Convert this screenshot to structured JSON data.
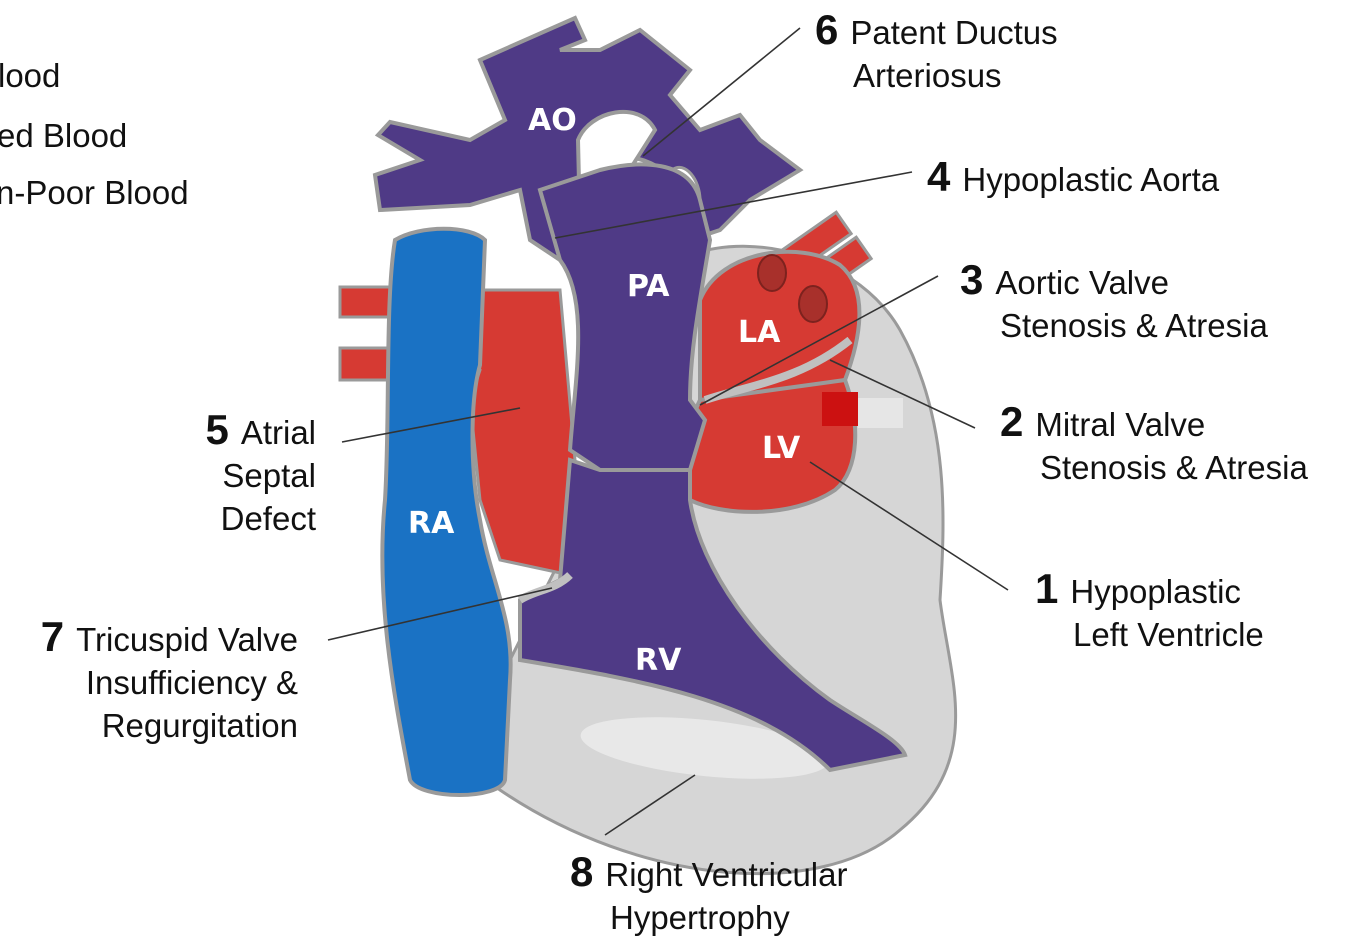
{
  "legend": [
    {
      "text": "lood"
    },
    {
      "text": "ed Blood"
    },
    {
      "text": "n-Poor Blood"
    }
  ],
  "chambers": {
    "ao": "AO",
    "pa": "PA",
    "la": "LA",
    "lv": "LV",
    "ra": "RA",
    "rv": "RV"
  },
  "labels": [
    {
      "num": "1",
      "line1": "Hypoplastic",
      "line2": "Left Ventricle"
    },
    {
      "num": "2",
      "line1": "Mitral Valve",
      "line2": "Stenosis & Atresia"
    },
    {
      "num": "3",
      "line1": "Aortic Valve",
      "line2": "Stenosis & Atresia"
    },
    {
      "num": "4",
      "line1": "Hypoplastic Aorta",
      "line2": ""
    },
    {
      "num": "5",
      "line1": "Atrial",
      "line2": "Septal",
      "line3": "Defect"
    },
    {
      "num": "6",
      "line1": "Patent Ductus",
      "line2": "Arteriosus"
    },
    {
      "num": "7",
      "line1": "Tricuspid Valve",
      "line2": "Insufficiency &",
      "line3": "Regurgitation"
    },
    {
      "num": "8",
      "line1": "Right Ventricular",
      "line2": "Hypertrophy"
    }
  ],
  "colors": {
    "oxygen_rich": "#d63a33",
    "oxygen_poor": "#1a72c4",
    "mixed": "#4f3a86",
    "tissue": "#d6d6d6",
    "outline": "#9a9a9a"
  }
}
